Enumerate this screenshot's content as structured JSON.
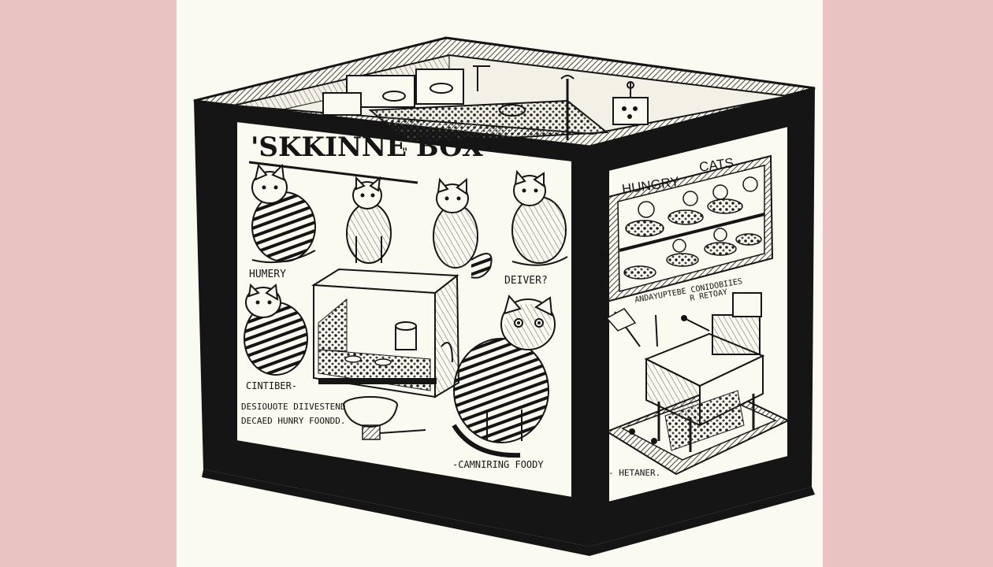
{
  "main_panel": {
    "title": "'SKKINNE BOX",
    "title_mark": "\"",
    "labels": {
      "humery": "HUMERY",
      "deiver": "DEIVER?",
      "cintiber": "CINTIBER-",
      "description_line1": "DESIOUOTE DIIVESTEND",
      "description_line2": "DECAED HUNRY FOONDD.",
      "caption_bottom": "-CAMNIRING FOODY"
    }
  },
  "side_panel": {
    "title_a": "HUNGRY",
    "title_b": "CATS",
    "caption_mid_1": "ANDAYUPTEBE CONIDOBIIES",
    "caption_mid_2": "R RETOAY",
    "caption_bottom": "- HETANER."
  },
  "colors": {
    "background_pillars": "#e9c3c2",
    "paper": "#fbfaf1",
    "ink": "#151515"
  }
}
